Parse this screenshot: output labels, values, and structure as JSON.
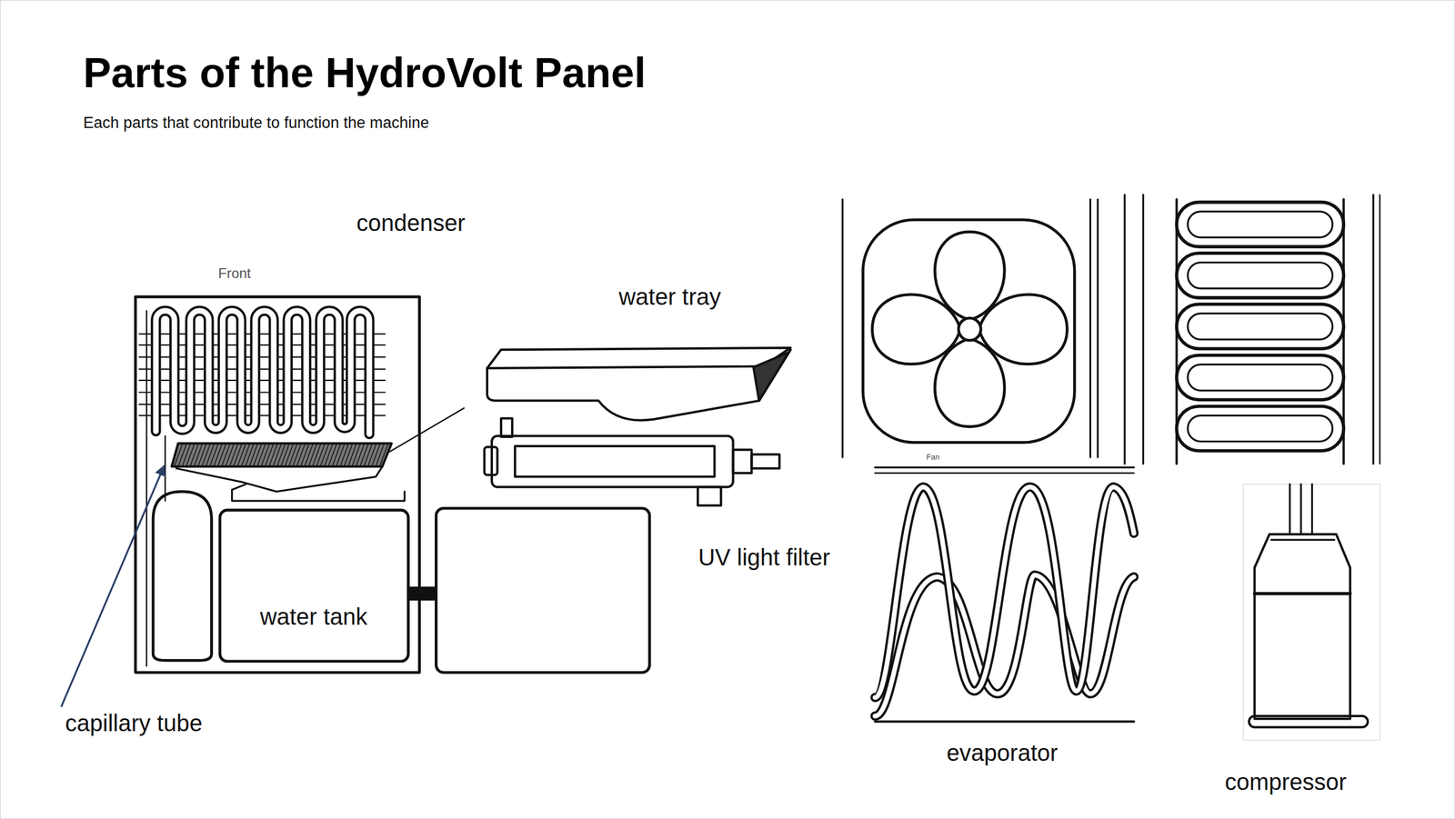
{
  "diagram": {
    "title": "Parts of the HydroVolt Panel",
    "caption": "Each parts that contribute to function the machine",
    "labels": [
      "condenser",
      "Front",
      "water tray",
      "UV light filter",
      "water tank",
      "capillary tube",
      "Fan",
      "evaporator",
      "compressor"
    ]
  }
}
